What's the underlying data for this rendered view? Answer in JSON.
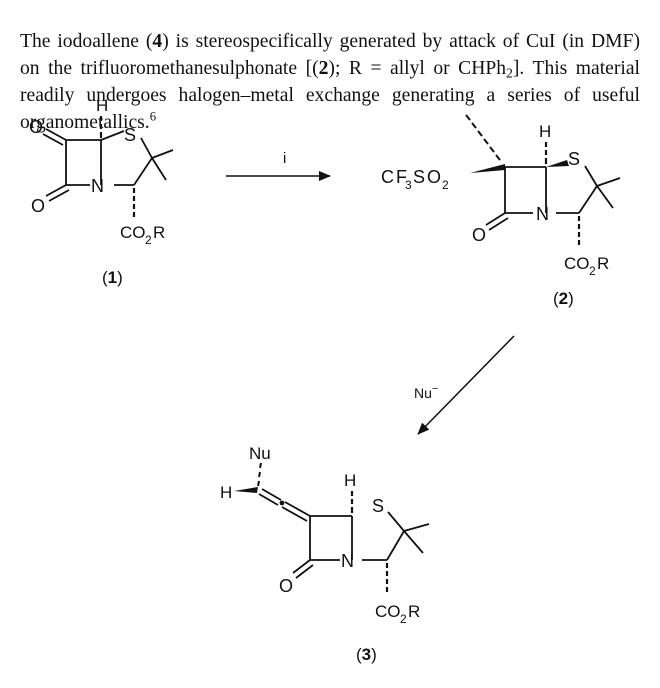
{
  "paragraph": {
    "t1": "The iodoallene (",
    "c1": "4",
    "t2": ") is stereospecifically generated by attack of CuI (in DMF) on the trifluoromethanesulphonate [(",
    "c2": "2",
    "t3": "); R = allyl or CHPh",
    "sub1": "2",
    "t4": "]. This material readily undergoes halogen–metal exchange generating a series of useful organometallics.",
    "ref": "6"
  },
  "labels": {
    "compound1": "1",
    "compound2": "2",
    "compound3": "3",
    "reagent_i": "i",
    "reagent_nu": "Nu",
    "nu_charge": "−",
    "H": "H",
    "S": "S",
    "N": "N",
    "O": "O",
    "CO": "CO",
    "two": "2",
    "R": "R",
    "CF3SO": "CF",
    "three": "3",
    "SO": "SO",
    "Nu": "Nu"
  }
}
